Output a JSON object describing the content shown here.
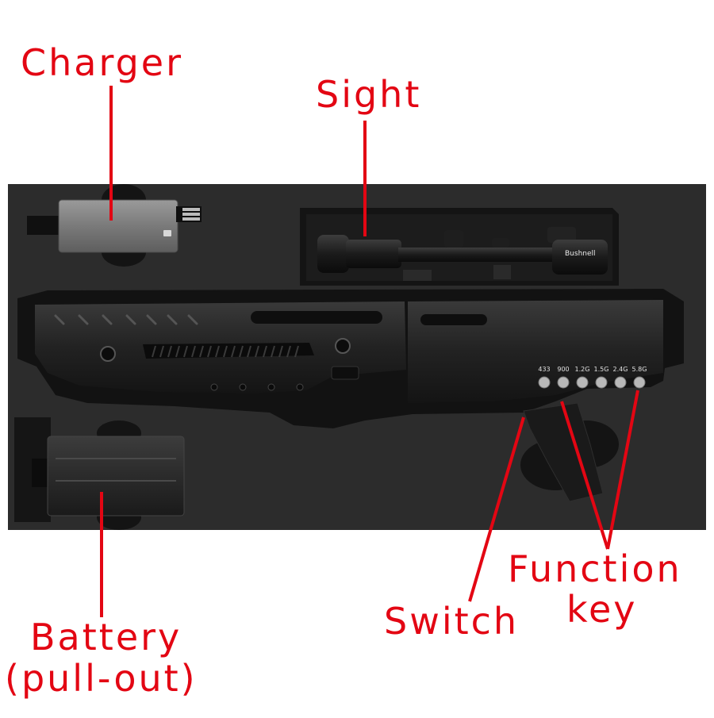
{
  "labels": {
    "charger": "Charger",
    "sight": "Sight",
    "function_line1": "Function",
    "function_line2": "key",
    "switch": "Switch",
    "battery_line1": "Battery",
    "battery_line2": "(pull-out)"
  },
  "frequency_keys": [
    "433",
    "900",
    "1.2G",
    "1.5G",
    "2.4G",
    "5.8G"
  ],
  "scope_brand": "Bushnell",
  "colors": {
    "annotation": "#e30613",
    "foam": "#2b2b2b",
    "device": "#1c1c1c",
    "background": "#ffffff"
  }
}
